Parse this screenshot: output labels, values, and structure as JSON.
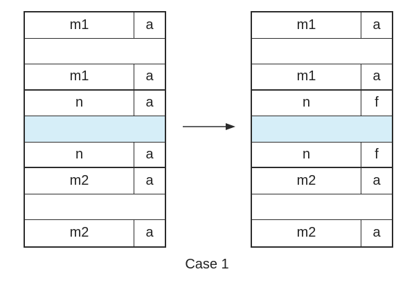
{
  "diagram": {
    "caption": "Case 1",
    "before_table": {
      "rows": [
        {
          "main": "m1",
          "tag": "a"
        },
        {
          "main": "",
          "tag": ""
        },
        {
          "main": "m1",
          "tag": "a"
        },
        {
          "main": "n",
          "tag": "a"
        },
        {
          "main": "",
          "tag": "",
          "highlight": true
        },
        {
          "main": "n",
          "tag": "a"
        },
        {
          "main": "m2",
          "tag": "a"
        },
        {
          "main": "",
          "tag": ""
        },
        {
          "main": "m2",
          "tag": "a"
        }
      ]
    },
    "after_table": {
      "rows": [
        {
          "main": "m1",
          "tag": "a"
        },
        {
          "main": "",
          "tag": ""
        },
        {
          "main": "m1",
          "tag": "a"
        },
        {
          "main": "n",
          "tag": "f"
        },
        {
          "main": "",
          "tag": "",
          "highlight": true
        },
        {
          "main": "n",
          "tag": "f"
        },
        {
          "main": "m2",
          "tag": "a"
        },
        {
          "main": "",
          "tag": ""
        },
        {
          "main": "m2",
          "tag": "a"
        }
      ]
    },
    "colors": {
      "highlight": "#d6eef8",
      "border": "#2b2b2b",
      "text": "#222222"
    }
  }
}
